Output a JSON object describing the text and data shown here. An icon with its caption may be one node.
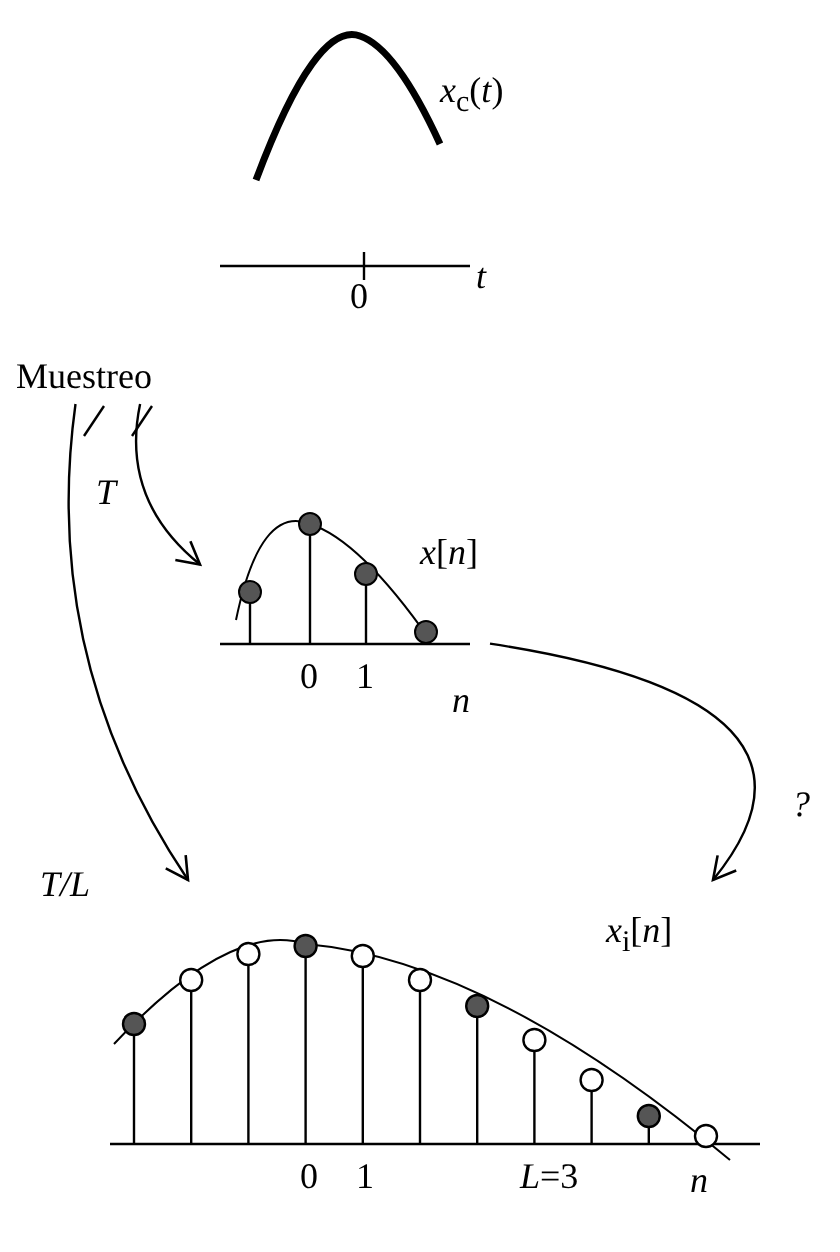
{
  "diagram": {
    "nodes": [
      {
        "text": [
          "*x*$_{c}$(*t*)",
          "0",
          "t"
        ]
      },
      {
        "text": [
          "Muestreo"
        ]
      },
      {
        "text": [
          "*x*[*n*]",
          "0",
          "1",
          "n"
        ]
      },
      {
        "text": [
          "*x*$_{i}$[*n*]",
          "0",
          "1",
          "*L*=3",
          "n"
        ]
      }
    ],
    "edges": [
      {
        "from": 1,
        "to": 2,
        "arrow": "to",
        "label": "T"
      },
      {
        "from": 1,
        "to": 3,
        "arrow": "to",
        "label": "T/L"
      },
      {
        "from": 2,
        "to": 3,
        "arrow": "to",
        "label": "?"
      }
    ]
  }
}
